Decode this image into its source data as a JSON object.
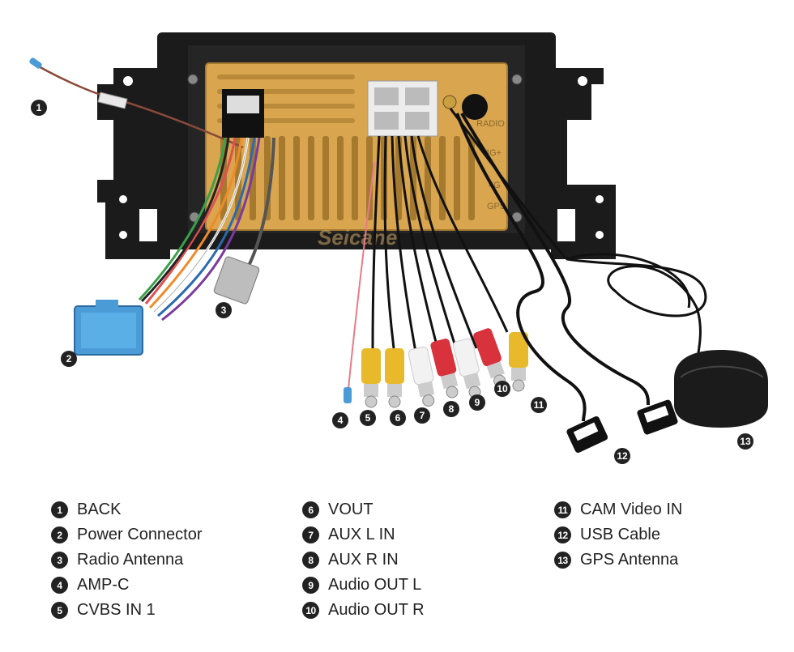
{
  "watermark": "Seicane",
  "board_labels": {
    "radio": "RADIO",
    "g4": "4G+",
    "g4b": "4G",
    "gps": "GPS"
  },
  "callouts": [
    "1",
    "2",
    "3",
    "4",
    "5",
    "6",
    "7",
    "8",
    "9",
    "10",
    "11",
    "12",
    "13"
  ],
  "legend": {
    "col1": [
      {
        "num": "1",
        "label": "BACK"
      },
      {
        "num": "2",
        "label": "Power Connector"
      },
      {
        "num": "3",
        "label": "Radio Antenna"
      },
      {
        "num": "4",
        "label": "AMP-C"
      },
      {
        "num": "5",
        "label": "CVBS IN 1"
      }
    ],
    "col2": [
      {
        "num": "6",
        "label": "VOUT"
      },
      {
        "num": "7",
        "label": "AUX L IN"
      },
      {
        "num": "8",
        "label": "AUX R IN"
      },
      {
        "num": "9",
        "label": "Audio OUT L"
      },
      {
        "num": "10",
        "label": "Audio OUT R"
      }
    ],
    "col3": [
      {
        "num": "11",
        "label": "CAM Video IN"
      },
      {
        "num": "12",
        "label": "USB Cable"
      },
      {
        "num": "13",
        "label": "GPS Antenna"
      }
    ]
  },
  "colors": {
    "frame": "#1b1b1b",
    "board": "#d9a54e",
    "power_connector": "#4a9bd6",
    "rca_yellow": "#e8b92a",
    "rca_red": "#d8323c",
    "rca_white": "#f2f2f2",
    "cable": "#111111"
  }
}
